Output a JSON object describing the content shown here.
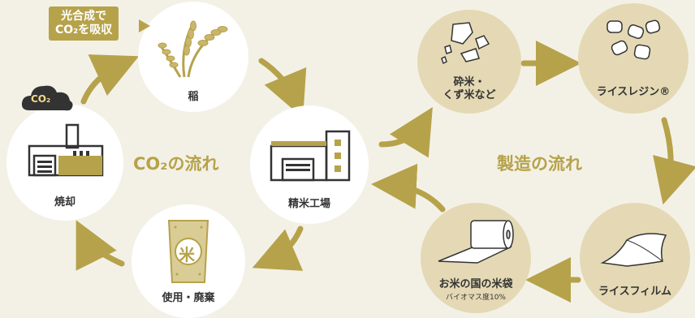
{
  "co2_cycle": {
    "title": "CO₂の流れ",
    "badge_line1": "光合成で",
    "badge_line2": "CO₂を吸収",
    "cloud_label": "CO₂",
    "nodes": {
      "rice": "稲",
      "mill": "精米工場",
      "use": "使用・廃棄",
      "burn": "焼却"
    },
    "bag_glyph": "米"
  },
  "manufacturing": {
    "title": "製造の流れ",
    "nodes": {
      "broken_rice_line1": "砕米・",
      "broken_rice_line2": "くず米など",
      "resin": "ライスレジン®",
      "film": "ライスフィルム",
      "bag": "お米の国の米袋",
      "bag_sub": "バイオマス度10%"
    }
  },
  "colors": {
    "background": "#f3f1e6",
    "accent": "#b6a24a",
    "tan_circle": "#e4d9b4",
    "white_circle": "#ffffff"
  },
  "icons": [
    "rice-plant-icon",
    "factory-icon",
    "rice-bag-icon",
    "incinerator-icon",
    "broken-rice-icon",
    "resin-pellets-icon",
    "film-sheet-icon",
    "film-roll-icon",
    "co2-cloud-icon"
  ]
}
